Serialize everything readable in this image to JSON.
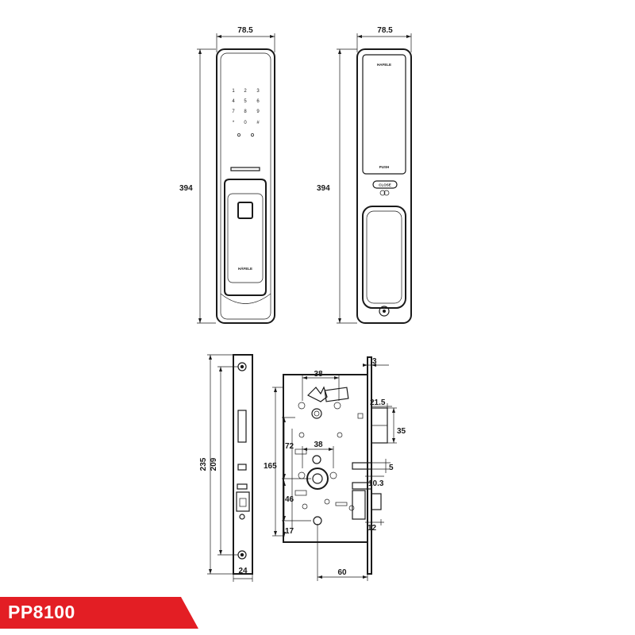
{
  "brand": {
    "front_logo": "HÄFELE",
    "back_logo": "HAFELE"
  },
  "front_view": {
    "width_label": "78.5",
    "height_label": "394",
    "keypad": [
      "1",
      "2",
      "3",
      "4",
      "5",
      "6",
      "7",
      "8",
      "9",
      "*",
      "0",
      "#"
    ]
  },
  "back_view": {
    "width_label": "78.5",
    "height_label": "394",
    "push_label": "PUSH",
    "close_label": "CLOSE"
  },
  "faceplate_view": {
    "overall_label": "235",
    "inner_label": "209",
    "width_label": "24"
  },
  "mortise_view": {
    "dims": {
      "top_38": "38",
      "plate_3": "3",
      "latch_21_5": "21.5",
      "latch_35": "35",
      "mid_38": "38",
      "left_72": "72",
      "left_165": "165",
      "left_46": "46",
      "left_17": "17",
      "right_5": "5",
      "right_10_3": "10.3",
      "right_12": "12",
      "bottom_60": "60"
    }
  },
  "model": {
    "name": "PP8100",
    "badge_color": "#e31e24"
  }
}
